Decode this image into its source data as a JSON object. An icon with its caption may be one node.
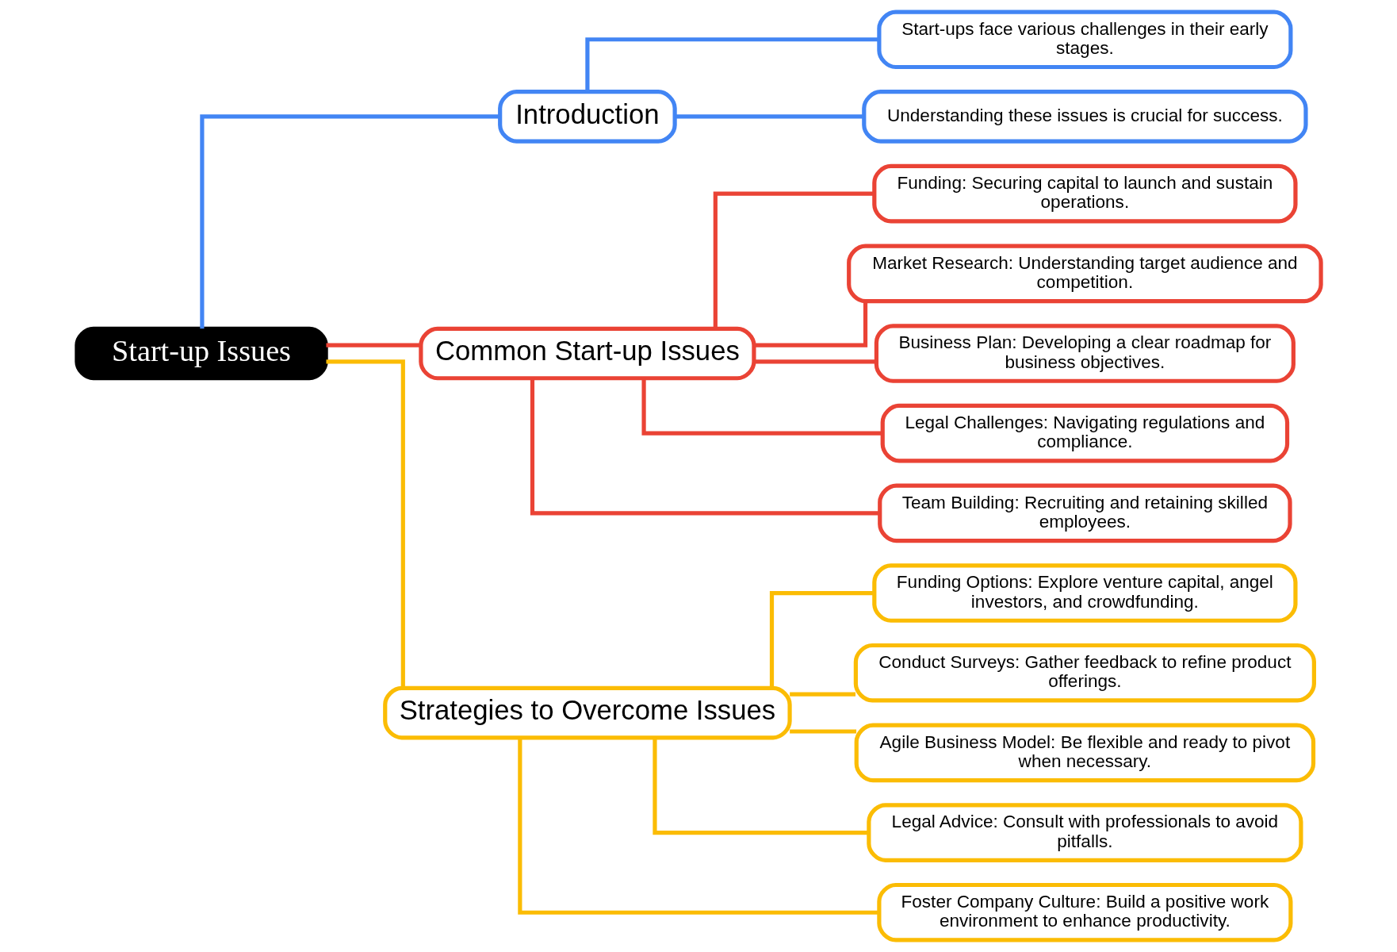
{
  "diagram": {
    "nodes": [
      {
        "text": [
          "Start-up Issues"
        ]
      },
      {
        "text": [
          "Introduction"
        ]
      },
      {
        "text": [
          "Start-ups face various challenges in their early stages."
        ]
      },
      {
        "text": [
          "Understanding these issues is crucial for success."
        ]
      },
      {
        "text": [
          "Common Start-up Issues"
        ]
      },
      {
        "text": [
          "Funding: Securing capital to launch and sustain operations."
        ]
      },
      {
        "text": [
          "Market Research: Understanding target audience and competition."
        ]
      },
      {
        "text": [
          "Business Plan: Developing a clear roadmap for business objectives."
        ]
      },
      {
        "text": [
          "Legal Challenges: Navigating regulations and compliance."
        ]
      },
      {
        "text": [
          "Team Building: Recruiting and retaining skilled employees."
        ]
      },
      {
        "text": [
          "Strategies to Overcome Issues"
        ]
      },
      {
        "text": [
          "Funding Options: Explore venture capital, angel investors, and crowdfunding."
        ]
      },
      {
        "text": [
          "Conduct Surveys: Gather feedback to refine product offerings."
        ]
      },
      {
        "text": [
          "Agile Business Model: Be flexible and ready to pivot when necessary."
        ]
      },
      {
        "text": [
          "Legal Advice: Consult with professionals to avoid pitfalls."
        ]
      },
      {
        "text": [
          "Foster Company Culture: Build a positive work environment to enhance productivity."
        ]
      }
    ],
    "edges": [
      {
        "from": 0,
        "to": 1,
        "arrow": "none",
        "color": "#4285f4"
      },
      {
        "from": 1,
        "to": 2,
        "arrow": "none",
        "color": "#4285f4"
      },
      {
        "from": 1,
        "to": 3,
        "arrow": "none",
        "color": "#4285f4"
      },
      {
        "from": 0,
        "to": 4,
        "arrow": "none",
        "color": "#ea4335"
      },
      {
        "from": 4,
        "to": 5,
        "arrow": "none",
        "color": "#ea4335"
      },
      {
        "from": 4,
        "to": 6,
        "arrow": "none",
        "color": "#ea4335"
      },
      {
        "from": 4,
        "to": 7,
        "arrow": "none",
        "color": "#ea4335"
      },
      {
        "from": 4,
        "to": 8,
        "arrow": "none",
        "color": "#ea4335"
      },
      {
        "from": 4,
        "to": 9,
        "arrow": "none",
        "color": "#ea4335"
      },
      {
        "from": 0,
        "to": 10,
        "arrow": "none",
        "color": "#fbbc04"
      },
      {
        "from": 10,
        "to": 11,
        "arrow": "none",
        "color": "#fbbc04"
      },
      {
        "from": 10,
        "to": 12,
        "arrow": "none",
        "color": "#fbbc04"
      },
      {
        "from": 10,
        "to": 13,
        "arrow": "none",
        "color": "#fbbc04"
      },
      {
        "from": 10,
        "to": 14,
        "arrow": "none",
        "color": "#fbbc04"
      },
      {
        "from": 10,
        "to": 15,
        "arrow": "none",
        "color": "#fbbc04"
      }
    ]
  }
}
